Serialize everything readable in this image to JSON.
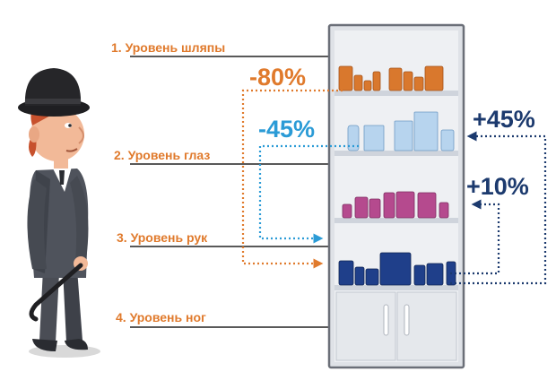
{
  "levels": [
    {
      "label": "1. Уровень шляпы"
    },
    {
      "label": "2. Уровень глаз"
    },
    {
      "label": "3. Уровень рук"
    },
    {
      "label": "4. Уровень ног"
    }
  ],
  "percentages": {
    "hat_to_hands": "-80%",
    "eyes_to_hands": "-45%",
    "legs_to_eyes": "+45%",
    "legs_to_hands": "+10%"
  },
  "colors": {
    "label_orange": "#e07a2c",
    "negative_orange": "#e07a2c",
    "negative_blue": "#2b9bd6",
    "positive_navy": "#1c3a6e",
    "shelf_gray": "#cfd4dc",
    "cabinet_frame": "#6b6f78"
  },
  "icons": {
    "character": "man-in-bowler-hat-icon",
    "cabinet": "pharmacy-shelf-icon"
  }
}
